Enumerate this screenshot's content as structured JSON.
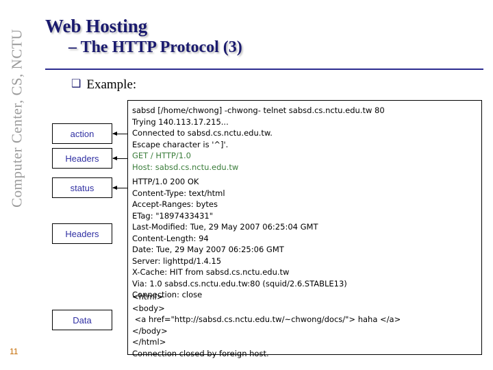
{
  "sidebar": {
    "label": "Computer Center, CS, NCTU"
  },
  "slide": {
    "title_line1": "Web Hosting",
    "title_line2": "– The HTTP Protocol (3)",
    "bullet_glyph": "❑",
    "bullet_text": "Example:",
    "page_number": "11"
  },
  "labels": [
    {
      "name": "action",
      "text": "action"
    },
    {
      "name": "headers-request",
      "text": "Headers"
    },
    {
      "name": "status",
      "text": "status"
    },
    {
      "name": "headers-response",
      "text": "Headers"
    },
    {
      "name": "data",
      "text": "Data"
    }
  ],
  "code": {
    "request_block": "sabsd [/home/chwong] -chwong- telnet sabsd.cs.nctu.edu.tw 80\nTrying 140.113.17.215...\nConnected to sabsd.cs.nctu.edu.tw.\nEscape character is '^]'.",
    "get_block": "GET / HTTP/1.0\nHost: sabsd.cs.nctu.edu.tw",
    "response_block": "HTTP/1.0 200 OK\nContent-Type: text/html\nAccept-Ranges: bytes\nETag: \"1897433431\"\nLast-Modified: Tue, 29 May 2007 06:25:04 GMT\nContent-Length: 94\nDate: Tue, 29 May 2007 06:25:06 GMT\nServer: lighttpd/1.4.15\nX-Cache: HIT from sabsd.cs.nctu.edu.tw\nVia: 1.0 sabsd.cs.nctu.edu.tw:80 (squid/2.6.STABLE13)\nConnection: close",
    "body_block": "<html>\n<body>\n <a href=\"http://sabsd.cs.nctu.edu.tw/~chwong/docs/\"> haha </a>\n</body>\n</html>\nConnection closed by foreign host."
  },
  "colors": {
    "title": "#1a1a6e",
    "label_text": "#2f2fa2",
    "get_text": "#3b7d3b",
    "page_number": "#c46a00",
    "sidebar_text": "#9a9a9a"
  }
}
